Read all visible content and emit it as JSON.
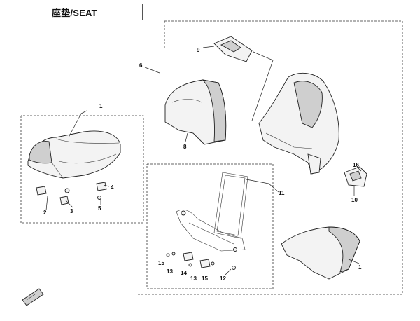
{
  "title": "座垫/SEAT",
  "callouts": {
    "c1_seat": "1",
    "c1_rear": "1",
    "c2": "2",
    "c3": "3",
    "c4": "4",
    "c5": "5",
    "c6": "6",
    "c8": "8",
    "c9": "9",
    "c10": "10",
    "c11": "11",
    "c12": "12",
    "c13a": "13",
    "c13b": "13",
    "c14": "14",
    "c15a": "15",
    "c15b": "15",
    "c16": "16"
  }
}
